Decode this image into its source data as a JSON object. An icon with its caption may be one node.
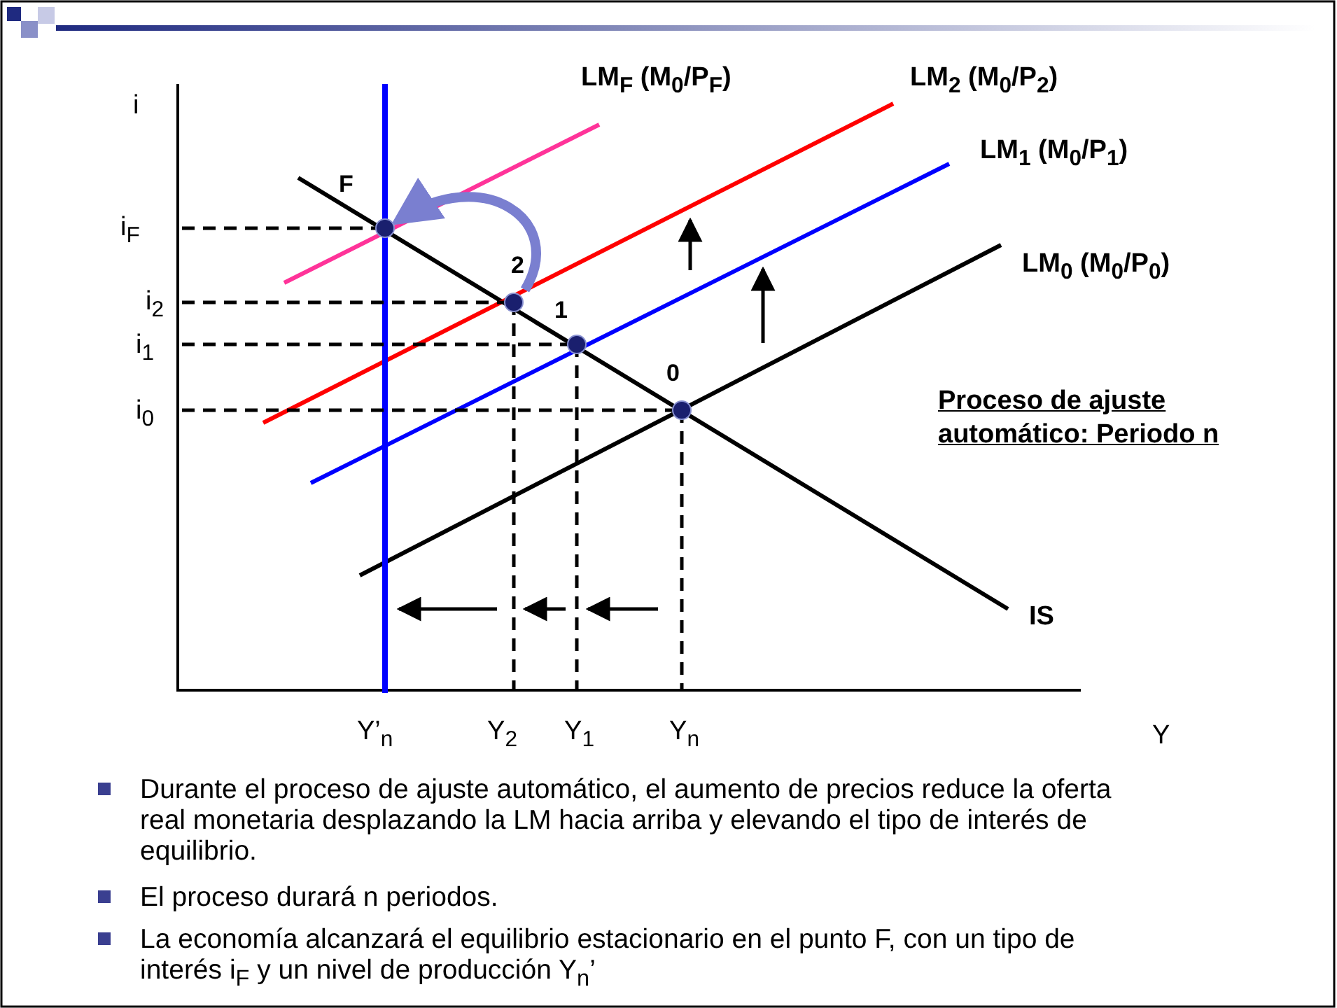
{
  "diagram": {
    "nodes": [
      {
        "text": [
          "F"
        ]
      },
      {
        "text": [
          "2"
        ]
      },
      {
        "text": [
          "1"
        ]
      },
      {
        "text": [
          "0"
        ]
      }
    ],
    "edges": [
      {
        "from": 1,
        "to": 0,
        "arrow": "to"
      }
    ],
    "labels": [
      "i",
      "LM$_{F}$ (M$_{0}$/P$_{F}$)",
      "LM$_{2}$ (M$_{0}$/P$_{2}$)",
      "LM$_{1}$ (M$_{0}$/P$_{1}$)",
      "i$_{F}$",
      "LM$_{0}$ (M$_{0}$/P$_{0}$)",
      "i$_{2}$",
      "i$_{1}$",
      "i$_{0}$",
      "Proceso de ajuste automático: Periodo n",
      "IS",
      "Y’$_{n}$",
      "Y$_{2}$",
      "Y$_{1}$",
      "Y$_{n}$",
      "Y",
      "Durante el proceso de ajuste automático, el aumento de precios reduce la oferta real monetaria desplazando la LM hacia arriba y elevando el tipo de interés de equilibrio.",
      "El proceso durará n periodos.",
      "La economía alcanzará el equilibrio estacionario en el punto F, con un tipo de interés i$_{F}$ y un nivel de producción Y$_{n}$’"
    ]
  }
}
